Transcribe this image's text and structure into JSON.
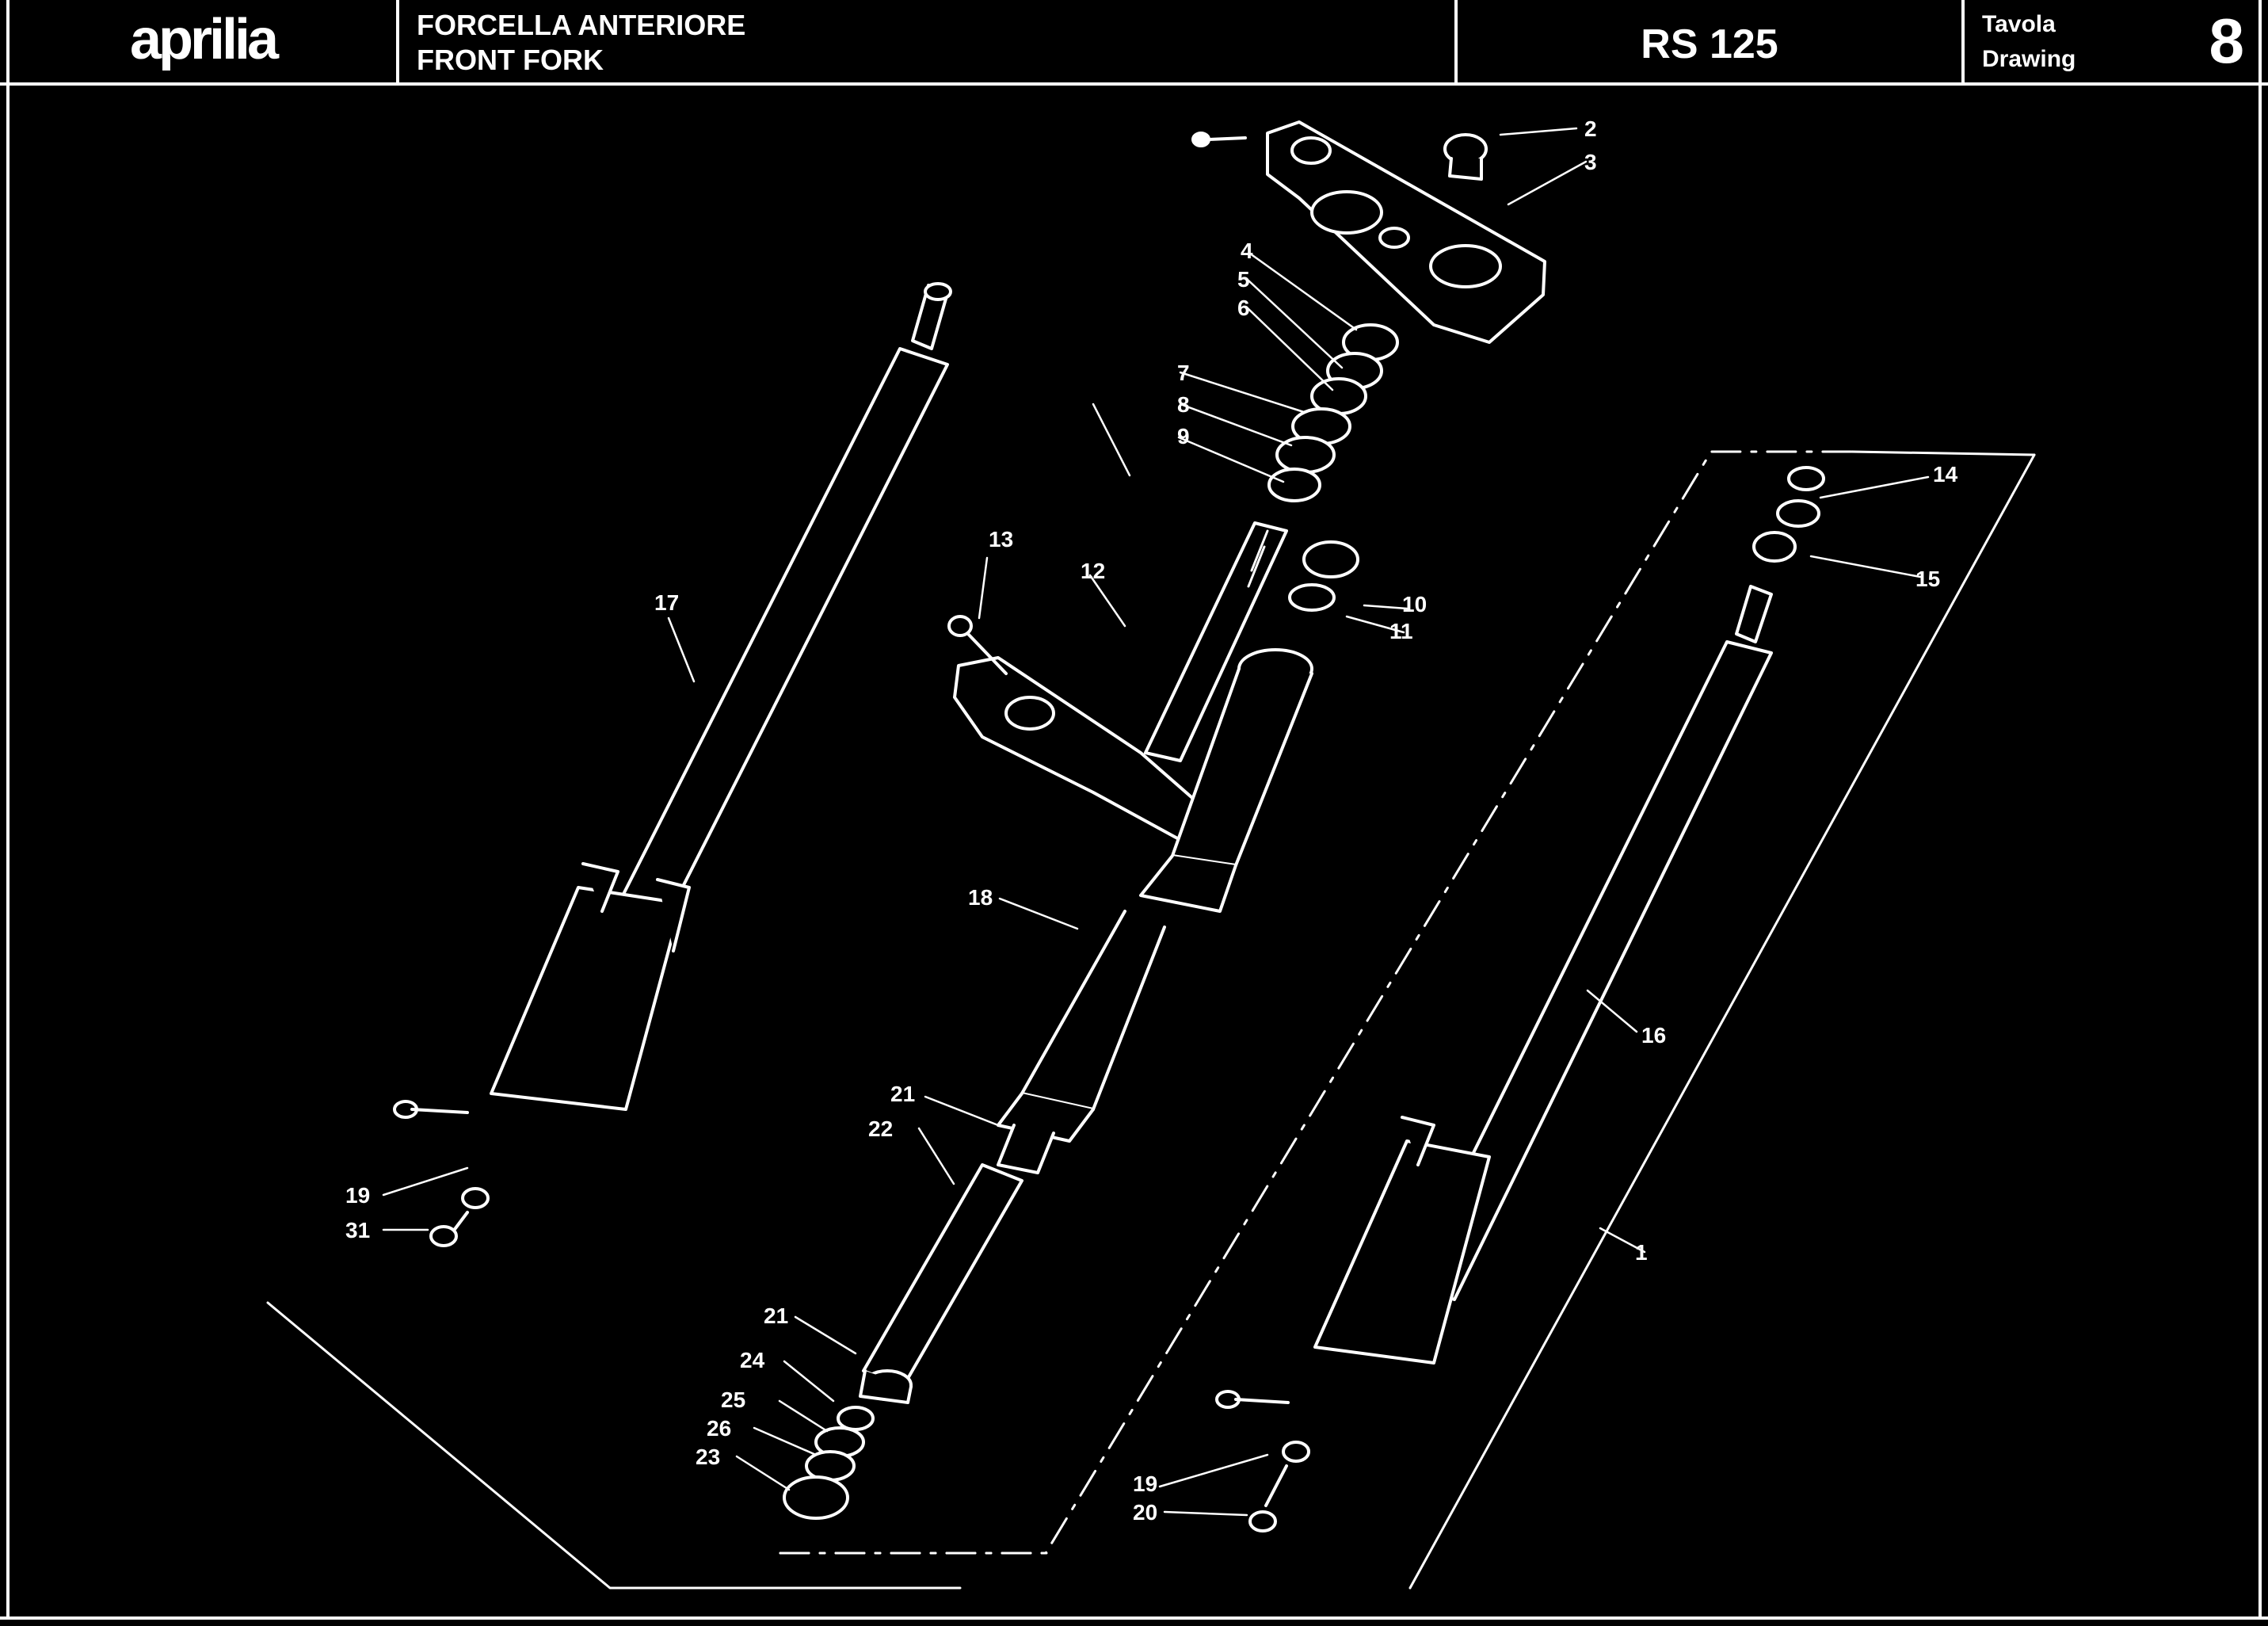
{
  "header": {
    "brand": "aprilia",
    "title_it": "FORCELLA ANTERIORE",
    "title_en": "FRONT FORK",
    "model": "RS 125",
    "tavola_label": "Tavola",
    "drawing_label": "Drawing",
    "drawing_number": "8"
  },
  "callouts": {
    "c1": "1",
    "c2": "2",
    "c3": "3",
    "c4": "4",
    "c5": "5",
    "c6": "6",
    "c7": "7",
    "c8": "8",
    "c9": "9",
    "c10": "10",
    "c11": "11",
    "c12": "12",
    "c13": "13",
    "c14": "14",
    "c15": "15",
    "c16": "16",
    "c17": "17",
    "c18": "18",
    "c19a": "19",
    "c19b": "19",
    "c20": "20",
    "c21a": "21",
    "c21b": "21",
    "c22": "22",
    "c23": "23",
    "c24": "24",
    "c25": "25",
    "c26": "26",
    "c31": "31"
  }
}
